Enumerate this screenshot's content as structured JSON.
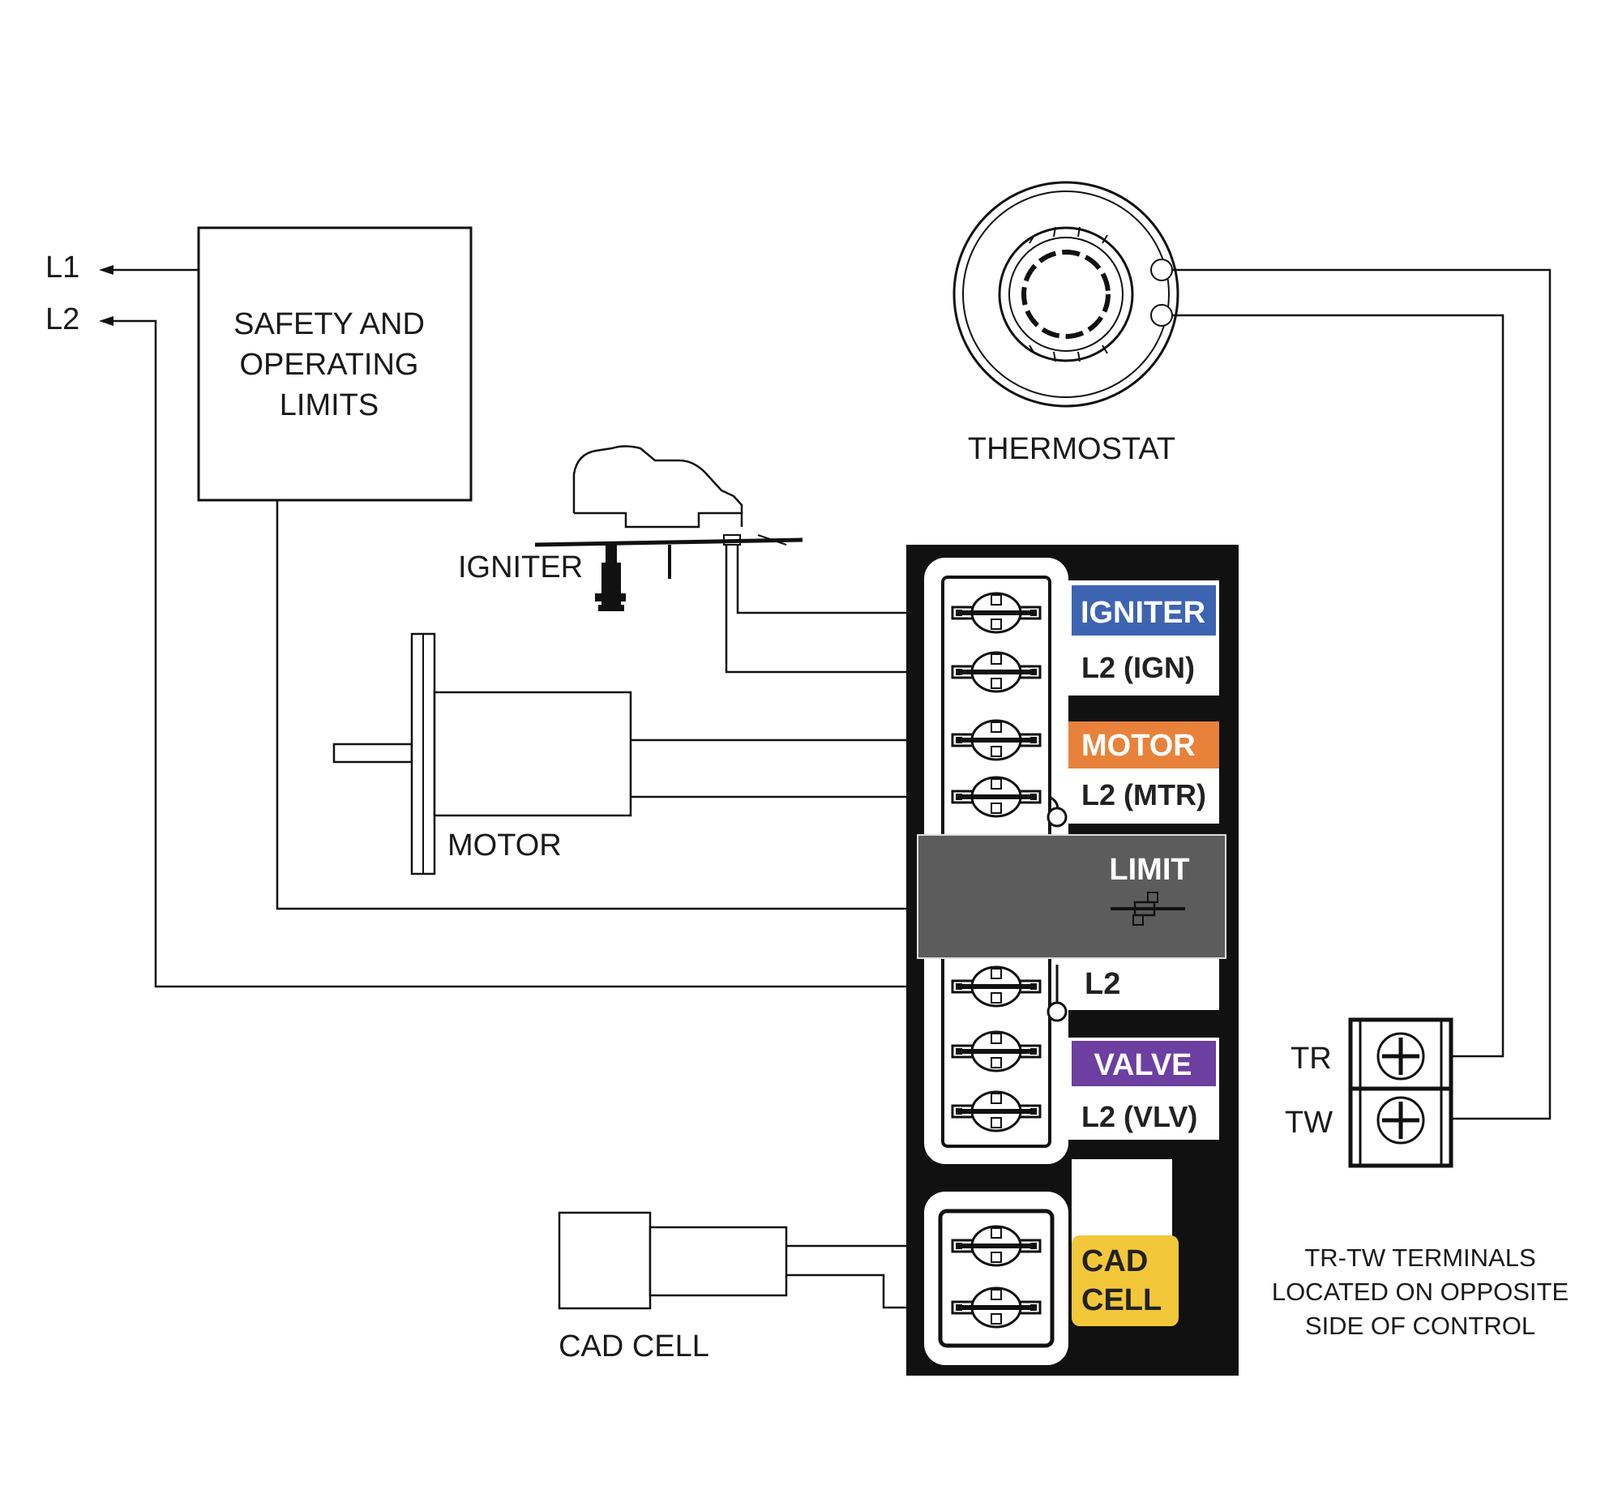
{
  "labels": {
    "l1": "L1",
    "l2": "L2",
    "safety_line1": "SAFETY AND",
    "safety_line2": "OPERATING",
    "safety_line3": "LIMITS",
    "thermostat": "THERMOSTAT",
    "igniter": "IGNITER",
    "motor": "MOTOR",
    "cad_cell": "CAD CELL",
    "tr": "TR",
    "tw": "TW",
    "note_line1": "TR-TW TERMINALS",
    "note_line2": "LOCATED ON OPPOSITE",
    "note_line3": "SIDE OF CONTROL"
  },
  "control_tags": {
    "igniter": "IGNITER",
    "l2_ign": "L2 (IGN)",
    "motor": "MOTOR",
    "l2_mtr": "L2 (MTR)",
    "limit": "LIMIT",
    "l2": "L2",
    "valve": "VALVE",
    "l2_vlv": "L2 (VLV)",
    "cad_line1": "CAD",
    "cad_line2": "CELL"
  },
  "colors": {
    "igniter_tag": "#3d64b0",
    "motor_tag": "#e8823a",
    "valve_tag": "#6c3fa0",
    "cad_tag": "#f2c73a",
    "limit_band": "#5c5c5c",
    "control_body": "#111111"
  }
}
